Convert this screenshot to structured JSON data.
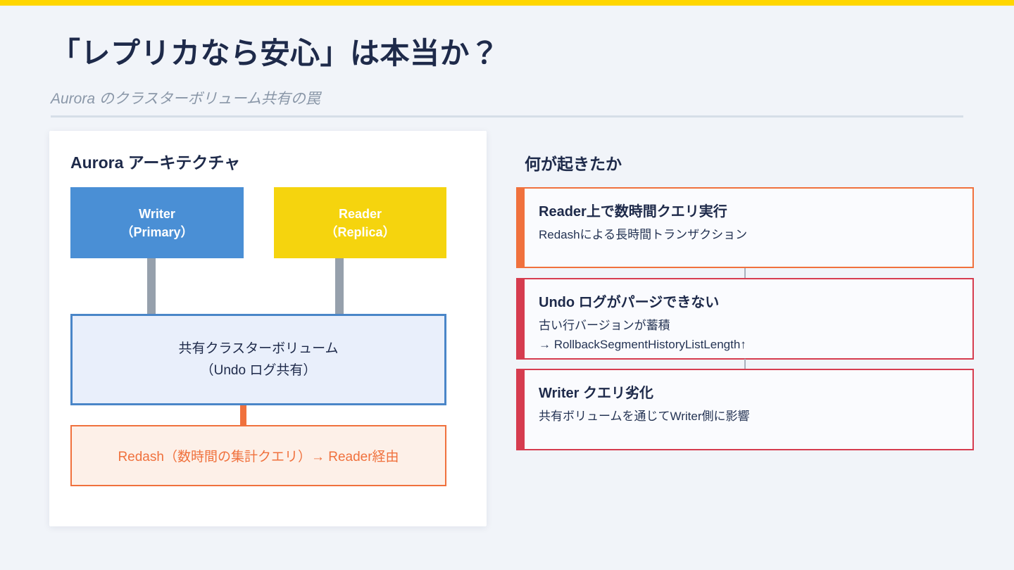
{
  "page": {
    "topbar_color": "#FFD600",
    "background_color": "#F1F4F9",
    "accent_navy": "#1E2A4A"
  },
  "header": {
    "title": "「レプリカなら安心」は本当か？",
    "subtitle": "Aurora のクラスターボリューム共有の罠"
  },
  "architecture": {
    "heading": "Aurora アーキテクチャ",
    "writer": {
      "line1": "Writer",
      "line2": "（Primary）",
      "color": "#4A8FD5"
    },
    "reader": {
      "line1": "Reader",
      "line2": "（Replica）",
      "color": "#F5D40E"
    },
    "shared_volume": {
      "line1": "共有クラスターボリューム",
      "line2": "（Undo ログ共有）",
      "fill": "#E9EFFB",
      "border": "#4A86C8"
    },
    "redash": {
      "label": "Redash（数時間の集計クエリ）→ Reader経由",
      "fill": "#FDF0E8",
      "accent": "#F0713D"
    }
  },
  "events": {
    "heading": "何が起きたか",
    "cards": [
      {
        "title": "Reader上で数時間クエリ実行",
        "line1": "Redashによる長時間トランザクション",
        "line2": "",
        "accent": "#F0713D"
      },
      {
        "title": "Undo ログがパージできない",
        "line1": "古い行バージョンが蓄積",
        "line2": "→ RollbackSegmentHistoryListLength↑",
        "accent": "#D63C4F"
      },
      {
        "title": "Writer クエリ劣化",
        "line1": "共有ボリュームを通じてWriter側に影響",
        "line2": "",
        "accent": "#D63C4F"
      }
    ]
  }
}
